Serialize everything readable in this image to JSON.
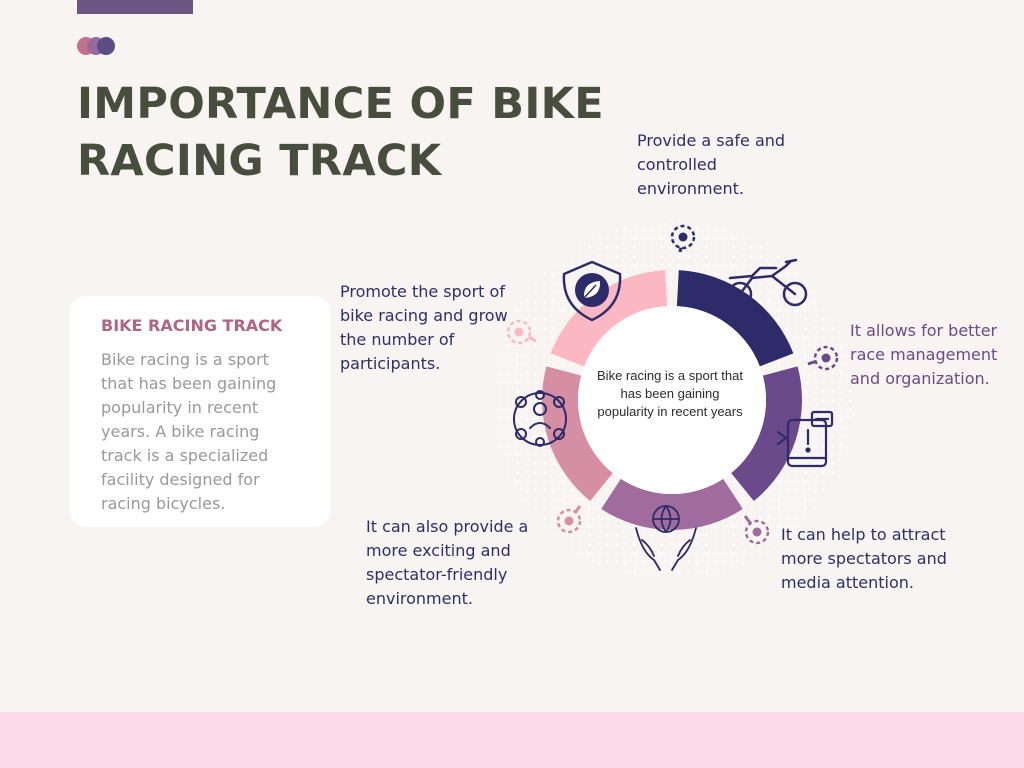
{
  "title_lines": [
    "IMPORTANCE OF BIKE",
    "RACING TRACK"
  ],
  "card": {
    "title": "BIKE RACING TRACK",
    "text": "Bike racing is a sport that has been gaining popularity in recent years. A bike racing track is a specialized facility designed for racing bicycles."
  },
  "center": {
    "text": "Bike racing is a sport that has been gaining popularity in recent years"
  },
  "benefits": [
    {
      "text": "Provide a safe and controlled environment.",
      "icon": "motorcycle-icon",
      "color": "#2d2b69"
    },
    {
      "text": "It allows for better race management and organization.",
      "icon": "phone-checklist-icon",
      "color": "#6a4a8a"
    },
    {
      "text": "It can help to attract more spectators and media attention.",
      "icon": "globe-hands-icon",
      "color": "#a06c9d"
    },
    {
      "text": "It can also provide a more exciting and spectator-friendly environment.",
      "icon": "people-network-icon",
      "color": "#d68ea5"
    },
    {
      "text": "Promote the sport of bike racing and grow the number of participants.",
      "icon": "leaf-shield-icon",
      "color": "#fbb8c3"
    }
  ],
  "colors": {
    "title": "#474e3d",
    "card_title": "#b06582",
    "card_text": "#999999",
    "bottom_band": "#fddae8",
    "dots": [
      "#c2718f",
      "#986a9c",
      "#5d4d86"
    ]
  }
}
